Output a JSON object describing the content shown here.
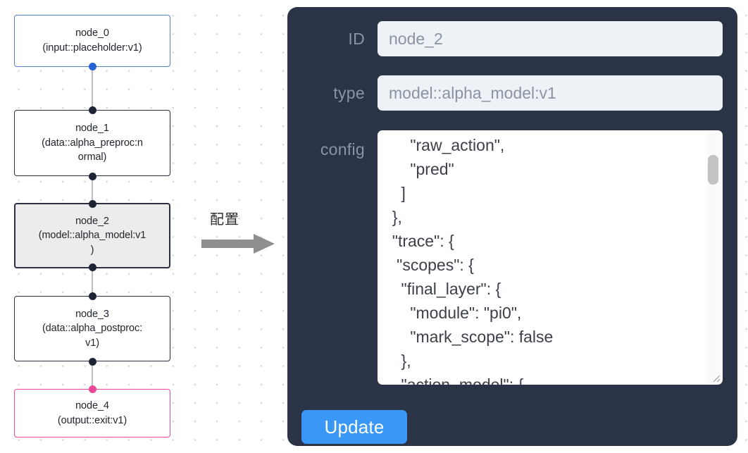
{
  "graph": {
    "nodes": [
      {
        "id": "node_0",
        "label": "node_0\n(input::placeholder:v1)",
        "accent": "#5b7fc4",
        "selected": false
      },
      {
        "id": "node_1",
        "label": "node_1\n(data::alpha_preproc:n\normal)",
        "accent": "#2b2f42",
        "selected": false
      },
      {
        "id": "node_2",
        "label": "node_2\n(model::alpha_model:v1\n)",
        "accent": "#2b2f42",
        "selected": true
      },
      {
        "id": "node_3",
        "label": "node_3\n(data::alpha_postproc:\nv1)",
        "accent": "#2b2f42",
        "selected": false
      },
      {
        "id": "node_4",
        "label": "node_4\n(output::exit:v1)",
        "accent": "#ec4899",
        "selected": false
      }
    ],
    "edges": [
      {
        "from": "node_0",
        "to": "node_1"
      },
      {
        "from": "node_1",
        "to": "node_2"
      },
      {
        "from": "node_2",
        "to": "node_3"
      },
      {
        "from": "node_3",
        "to": "node_4"
      }
    ]
  },
  "arrow": {
    "label": "配置"
  },
  "panel": {
    "background_color": "#2b3347",
    "fields": {
      "id": {
        "label": "ID",
        "value": "node_2"
      },
      "type": {
        "label": "type",
        "value": "model::alpha_model:v1"
      },
      "config": {
        "label": "config",
        "value": "      \"raw_action\",\n      \"pred\"\n    ]\n  },\n  \"trace\": {\n   \"scopes\": {\n    \"final_layer\": {\n      \"module\": \"pi0\",\n      \"mark_scope\": false\n    },\n    \"action_model\": {"
      }
    },
    "update_button": {
      "label": "Update",
      "color": "#3b97f5"
    }
  }
}
